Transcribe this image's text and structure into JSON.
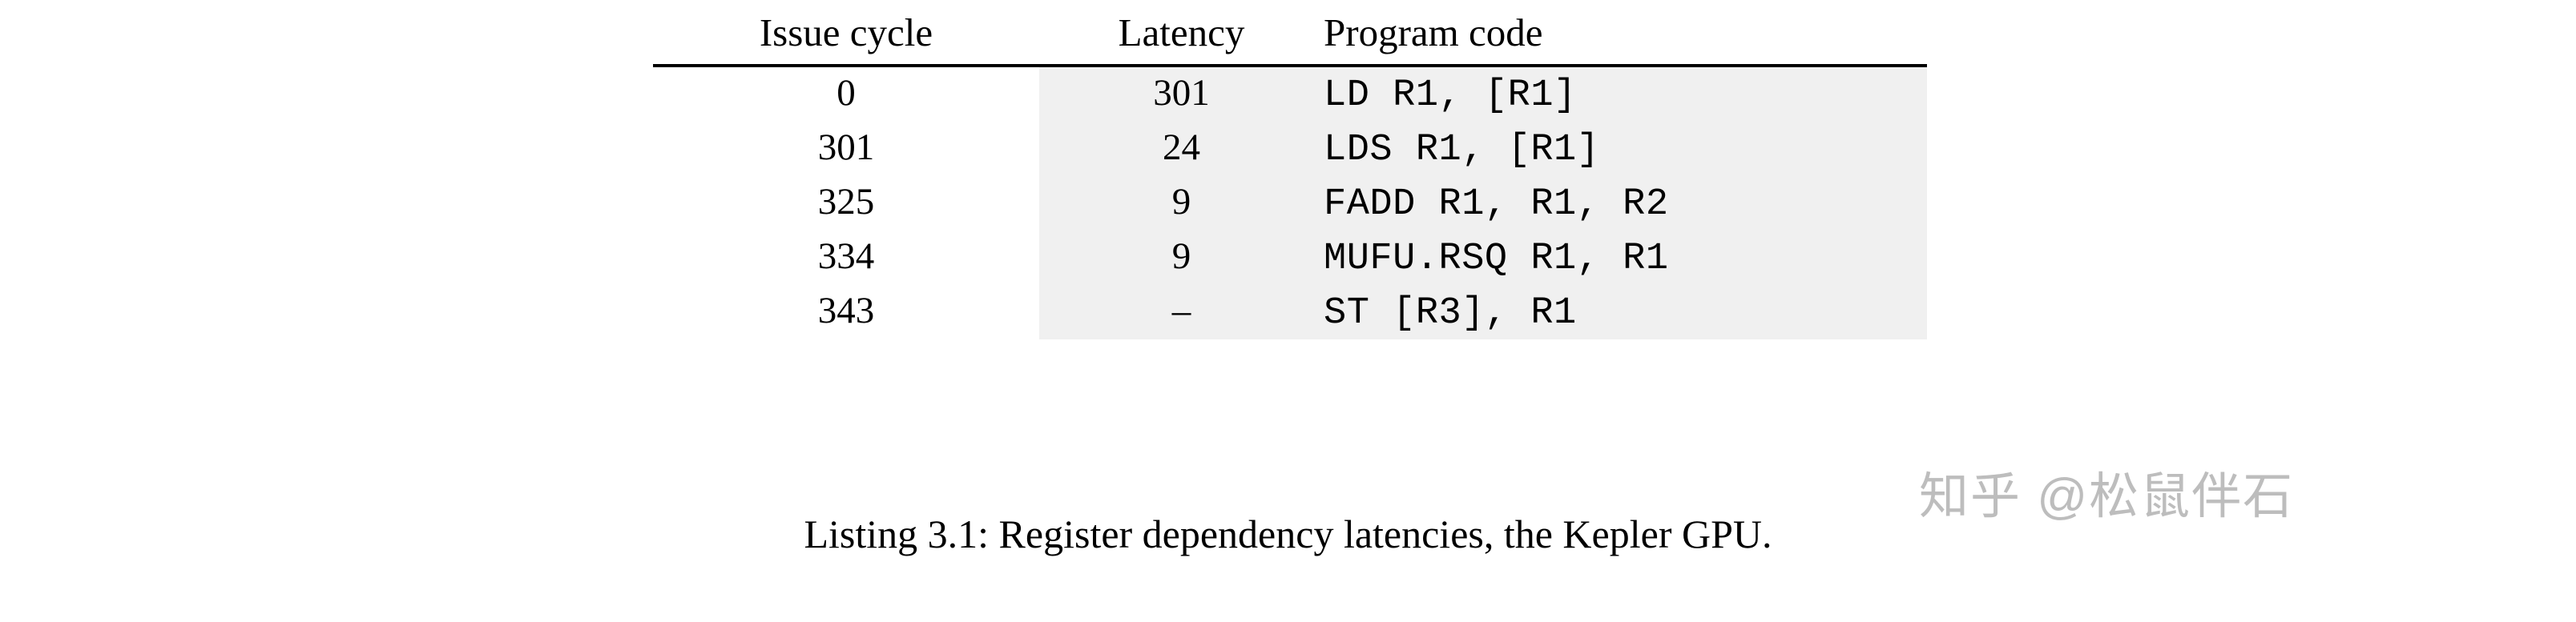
{
  "listing": {
    "caption": "Listing 3.1: Register dependency latencies, the Kepler GPU.",
    "columns": [
      {
        "key": "issue_cycle",
        "label": "Issue cycle"
      },
      {
        "key": "latency",
        "label": "Latency"
      },
      {
        "key": "program_code",
        "label": "Program code"
      }
    ],
    "rows": [
      {
        "issue_cycle": "0",
        "latency": "301",
        "program_code": "LD R1, [R1]"
      },
      {
        "issue_cycle": "301",
        "latency": "24",
        "program_code": "LDS R1, [R1]"
      },
      {
        "issue_cycle": "325",
        "latency": "9",
        "program_code": "FADD R1, R1, R2"
      },
      {
        "issue_cycle": "334",
        "latency": "9",
        "program_code": "MUFU.RSQ R1, R1"
      },
      {
        "issue_cycle": "343",
        "latency": "–",
        "program_code": "ST [R3], R1"
      }
    ]
  },
  "watermark": {
    "text": "知乎 @松鼠伴石",
    "color": "#bdbdbd"
  },
  "colors": {
    "page_background": "#ffffff",
    "code_shade": "#f0f0f0",
    "rule": "#000000",
    "text": "#000000"
  }
}
